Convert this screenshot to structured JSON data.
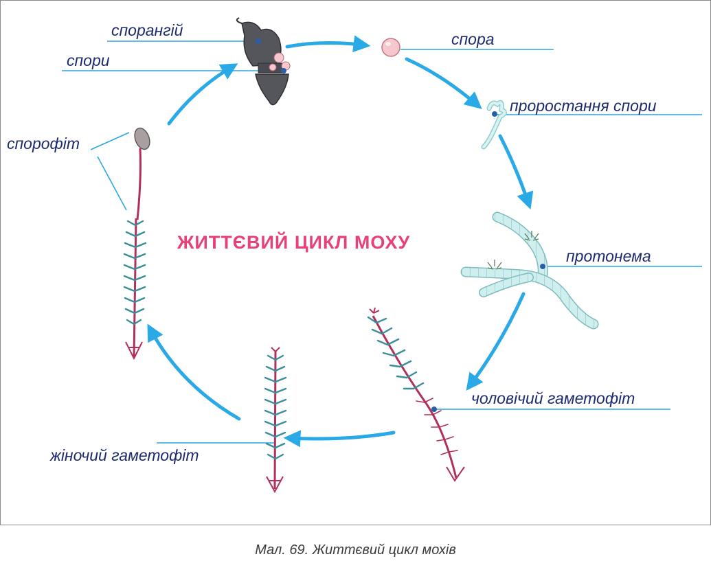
{
  "title": "ЖИТТЄВИЙ ЦИКЛ МОХУ",
  "caption": "Мал. 69. Життєвий цикл мохів",
  "labels": {
    "sporangium": "спорангій",
    "spores": "спори",
    "spore": "спора",
    "spore_germination": "проростання спори",
    "protonema": "протонема",
    "male_gametophyte": "чоловічий гаметофіт",
    "female_gametophyte": "жіночий гаметофіт",
    "sporophyte": "спорофіт"
  },
  "colors": {
    "arrow": "#29a9e6",
    "leader_line": "#2aa6de",
    "title": "#e8407a",
    "label_text": "#1e2a6e",
    "moss_leaf": "#3a8e9a",
    "moss_stem": "#b0305a",
    "protonema_fill": "#cfeeee",
    "spore_fill": "#f6c7cd",
    "capsule_fill": "#55555c"
  }
}
